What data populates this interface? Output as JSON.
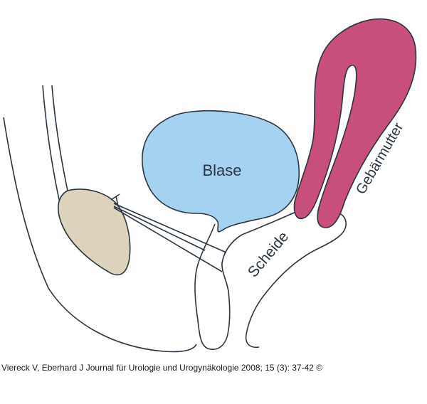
{
  "labels": {
    "bladder": "Blase",
    "vagina": "Scheide",
    "uterus": "Gebärmutter"
  },
  "citation": "Viereck V, Eberhard J Journal für Urologie und Urogynäkologie 2008; 15 (3): 37-42 ©",
  "colors": {
    "bladder": "#a5d2f0",
    "uterus": "#c84e7b",
    "pubic_bone": "#ddd3bc",
    "outline": "#2b3540"
  }
}
